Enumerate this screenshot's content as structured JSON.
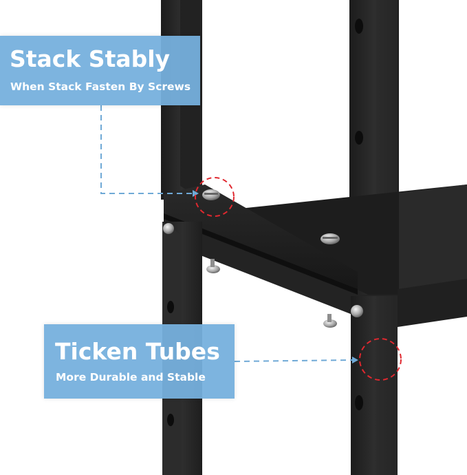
{
  "callouts": [
    {
      "title": "Stack Stably",
      "subtitle": "When Stack Fasten By Screws"
    },
    {
      "title": "Ticken Tubes",
      "subtitle": "More Durable and Stable"
    }
  ],
  "colors": {
    "callout_fill": "#76b0dd",
    "callout_text": "#ffffff",
    "leader_line": "#6fa9d6",
    "highlight_circle": "#e0282f",
    "frame_black": "#262626",
    "shelf_black": "#1a1a1a",
    "background": "#ffffff"
  },
  "icons": [
    "screw-head-icon",
    "dashed-circle-highlight-icon"
  ]
}
